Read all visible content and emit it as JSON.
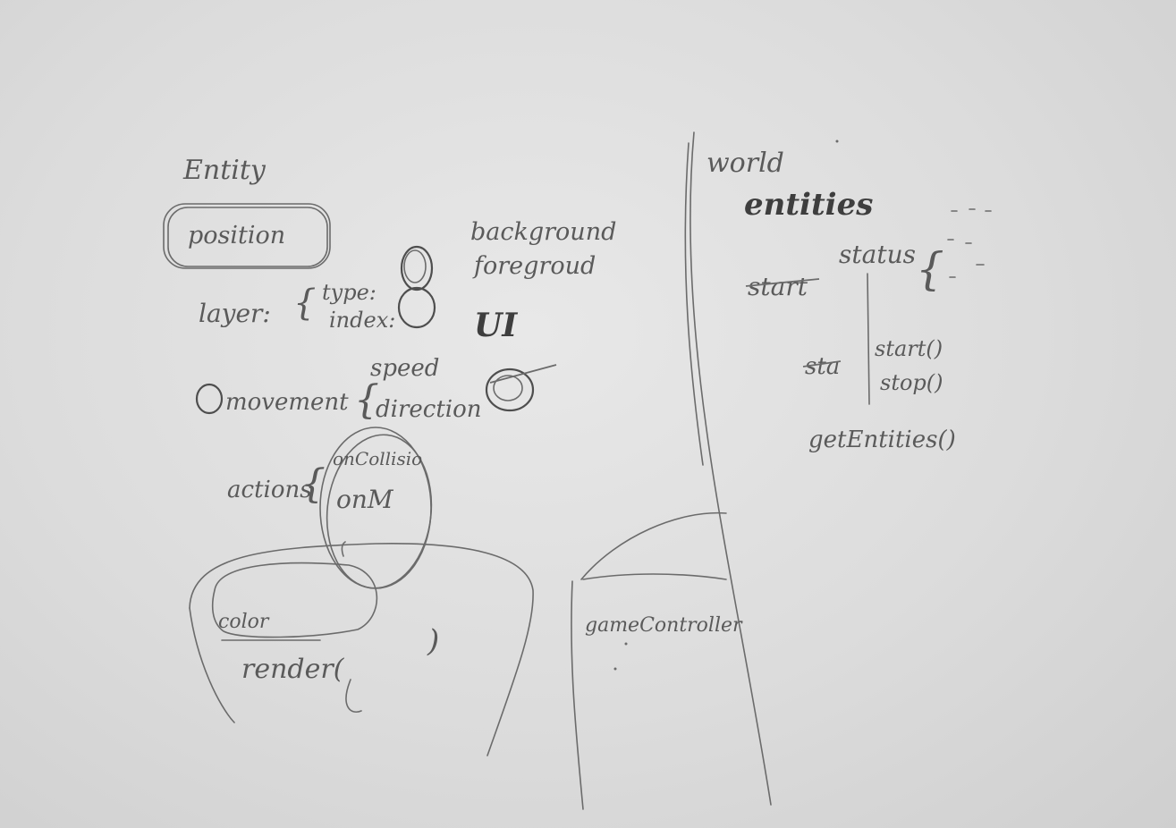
{
  "entity": {
    "title": "Entity",
    "position": "position",
    "layer_label": "layer:",
    "layer_fields": [
      "type:",
      "index:"
    ],
    "layer_values": [
      "background",
      "foregroud",
      "UI"
    ],
    "movement_label": "movement",
    "movement_fields": [
      "speed",
      "direction"
    ],
    "actions_label": "actions",
    "actions_fields": [
      "onCollisio",
      "onM"
    ],
    "color_label": "color",
    "render_label": "render(",
    "render_close": ")"
  },
  "world": {
    "title": "world",
    "entities": "entities",
    "start_crossed": "start",
    "status": "status",
    "status_crossed": "sta",
    "methods": [
      "start()",
      "stop()"
    ],
    "get_entities": "getEntities()"
  },
  "game_controller": {
    "label": "gameController"
  }
}
